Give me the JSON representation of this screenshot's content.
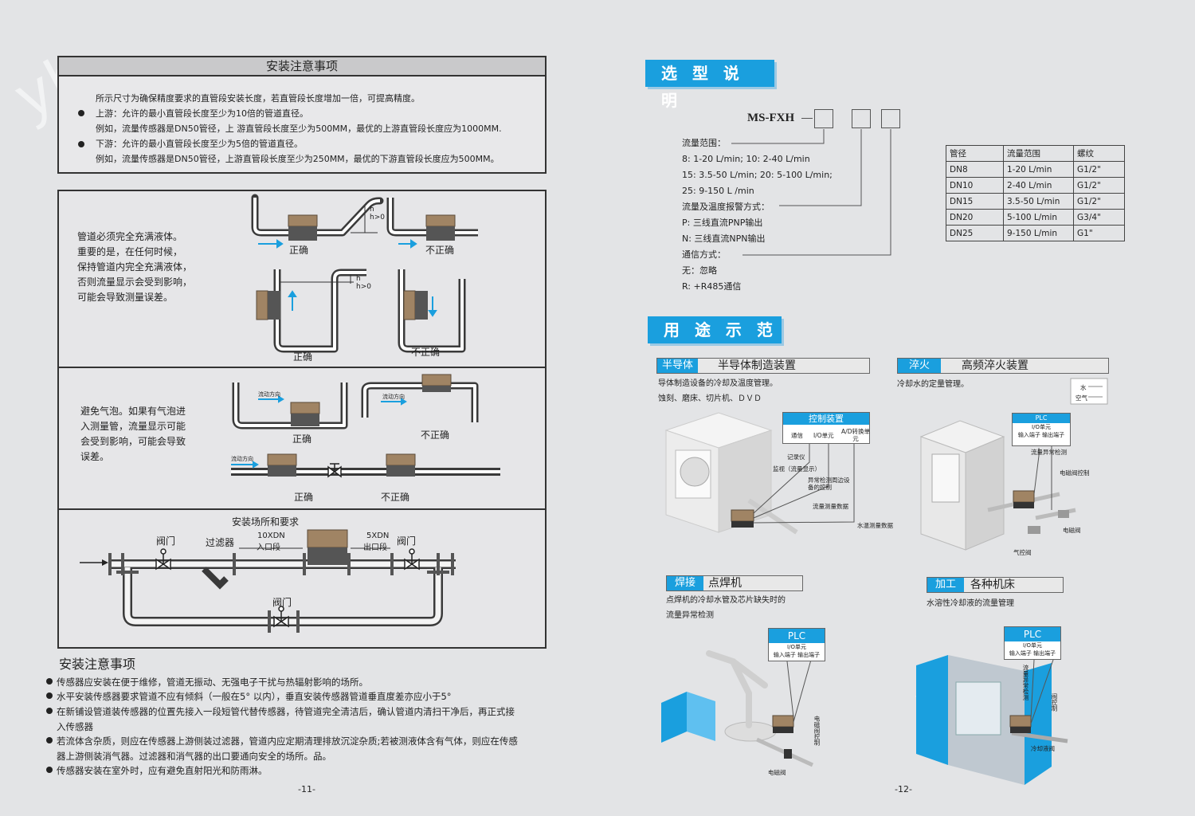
{
  "left": {
    "install_notes_title": "安装注意事项",
    "top_notes": [
      "所示尺寸为确保精度要求的直管段安装长度，若直管段长度增加一倍，可提高精度。",
      "上游：允许的最小直管段长度至少为10倍的管道直径。",
      "例如，流量传感器是DN50管径，上 游直管段长度至少为500MM，最优的上游直管段长度应为1000MM.",
      "下游：允许的最小直管段长度至少为5倍的管道直径。",
      "例如，流量传感器是DN50管径，上游直管段长度至少为250MM，最优的下游直管段长度应为500MM。"
    ],
    "section1_text": [
      "管道必须完全充满液体。",
      "重要的是，在任何时候，",
      "保持管道内完全充满液体，",
      "否则流量显示会受到影响，",
      "可能会导致测量误差。"
    ],
    "section2_text": [
      "避免气泡。如果有气泡进",
      "入测量管，流量显示可能",
      "会受到影响，可能会导致",
      "误差。"
    ],
    "correct": "正确",
    "incorrect": "不正确",
    "h_label": "h",
    "h_cond": "h>0",
    "flow_dir": "流动方向",
    "site_title": "安装场所和要求",
    "valve": "阀门",
    "filter": "过滤器",
    "inlet_len": "10XDN",
    "inlet_seg": "入口段",
    "outlet_len": "5XDN",
    "outlet_seg": "出口段",
    "bottom_title": "安装注意事项",
    "bottom_notes": [
      "传感器应安装在便于维修，管道无振动、无强电子干扰与热辐射影响的场所。",
      "水平安装传感器要求管道不应有倾斜（一般在5° 以内），垂直安装传感器管道垂直度差亦应小于5°",
      "在新铺设管道装传感器的位置先接入一段短管代替传感器，待管道完全清洁后，确认管道内清扫干净后，再正式接",
      "入传感器",
      "若流体含杂质，则应在传感器上游侧装过滤器，管道内应定期清理排放沉淀杂质;若被测液体含有气体，则应在传感",
      "器上游侧装消气器。过滤器和消气器的出口要通向安全的场所。品。",
      "传感器安装在室外时，应有避免直射阳光和防雨淋。"
    ],
    "page_no": "-11-"
  },
  "right": {
    "selection_title": "选 型 说 明",
    "model": "MS-FXH",
    "specs": [
      "流量范围：",
      "8: 1-20 L/min; 10: 2-40 L/min",
      "15: 3.5-50 L/min; 20: 5-100 L/min;",
      "25: 9-150 L /min",
      "流量及温度报警方式：",
      "P: 三线直流PNP输出",
      "N: 三线直流NPN输出",
      "通信方式：",
      "无：忽略",
      "R: +R485通信"
    ],
    "table": {
      "headers": [
        "管径",
        "流量范围",
        "螺纹"
      ],
      "rows": [
        [
          "DN8",
          "1-20 L/min",
          "G1/2\""
        ],
        [
          "DN10",
          "2-40 L/min",
          "G1/2\""
        ],
        [
          "DN15",
          "3.5-50 L/min",
          "G1/2\""
        ],
        [
          "DN20",
          "5-100 L/min",
          "G3/4\""
        ],
        [
          "DN25",
          "9-150 L/min",
          "G1\""
        ]
      ]
    },
    "usage_title": "用 途 示 范",
    "apps": {
      "semi": {
        "tag": "半导体",
        "name": "半导体制造装置",
        "desc": [
          "导体制造设备的冷却及温度管理。",
          "蚀刻、磨床、切片机、ＤＶＤ"
        ]
      },
      "quench": {
        "tag": "淬火",
        "name": "高频淬火装置",
        "desc": [
          "冷却水的定量管理。"
        ]
      },
      "weld": {
        "tag": "焊接",
        "name": "点焊机",
        "desc": [
          "点焊机的冷却水管及芯片缺失时的",
          "流量异常检测"
        ]
      },
      "machine": {
        "tag": "加工",
        "name": "各种机床",
        "desc": [
          "水溶性冷却液的流量管理"
        ]
      }
    },
    "control_device": "控制装置",
    "comm": "通信",
    "io_unit": "I/O单元",
    "ad_conv": "A/D转换单元",
    "recorder": "记录仪",
    "monitor": "监视（流量显示）",
    "abnormal": "异常检测周边设备的控制",
    "flow_data": "流量测量数据",
    "temp_data": "水温测量数据",
    "plc": "PLC",
    "io_unit2": "I/O单元",
    "input_term": "输入端子",
    "output_term": "输出端子",
    "flow_abn": "流量异常检测",
    "sol_ctrl": "电磁阀控制",
    "sol_valve": "电磁阀",
    "air_ctrl": "气控阀",
    "water": "水",
    "air": "空气",
    "flow_v": "流量",
    "valve_ctrl": "阀控制",
    "coolant": "冷却液阀",
    "sol_ctrl_v": "电磁阀控制",
    "page_no": "-12-"
  },
  "colors": {
    "accent": "#1a9fde",
    "sensor": "#a08464",
    "pipe": "#3a3a3a"
  }
}
